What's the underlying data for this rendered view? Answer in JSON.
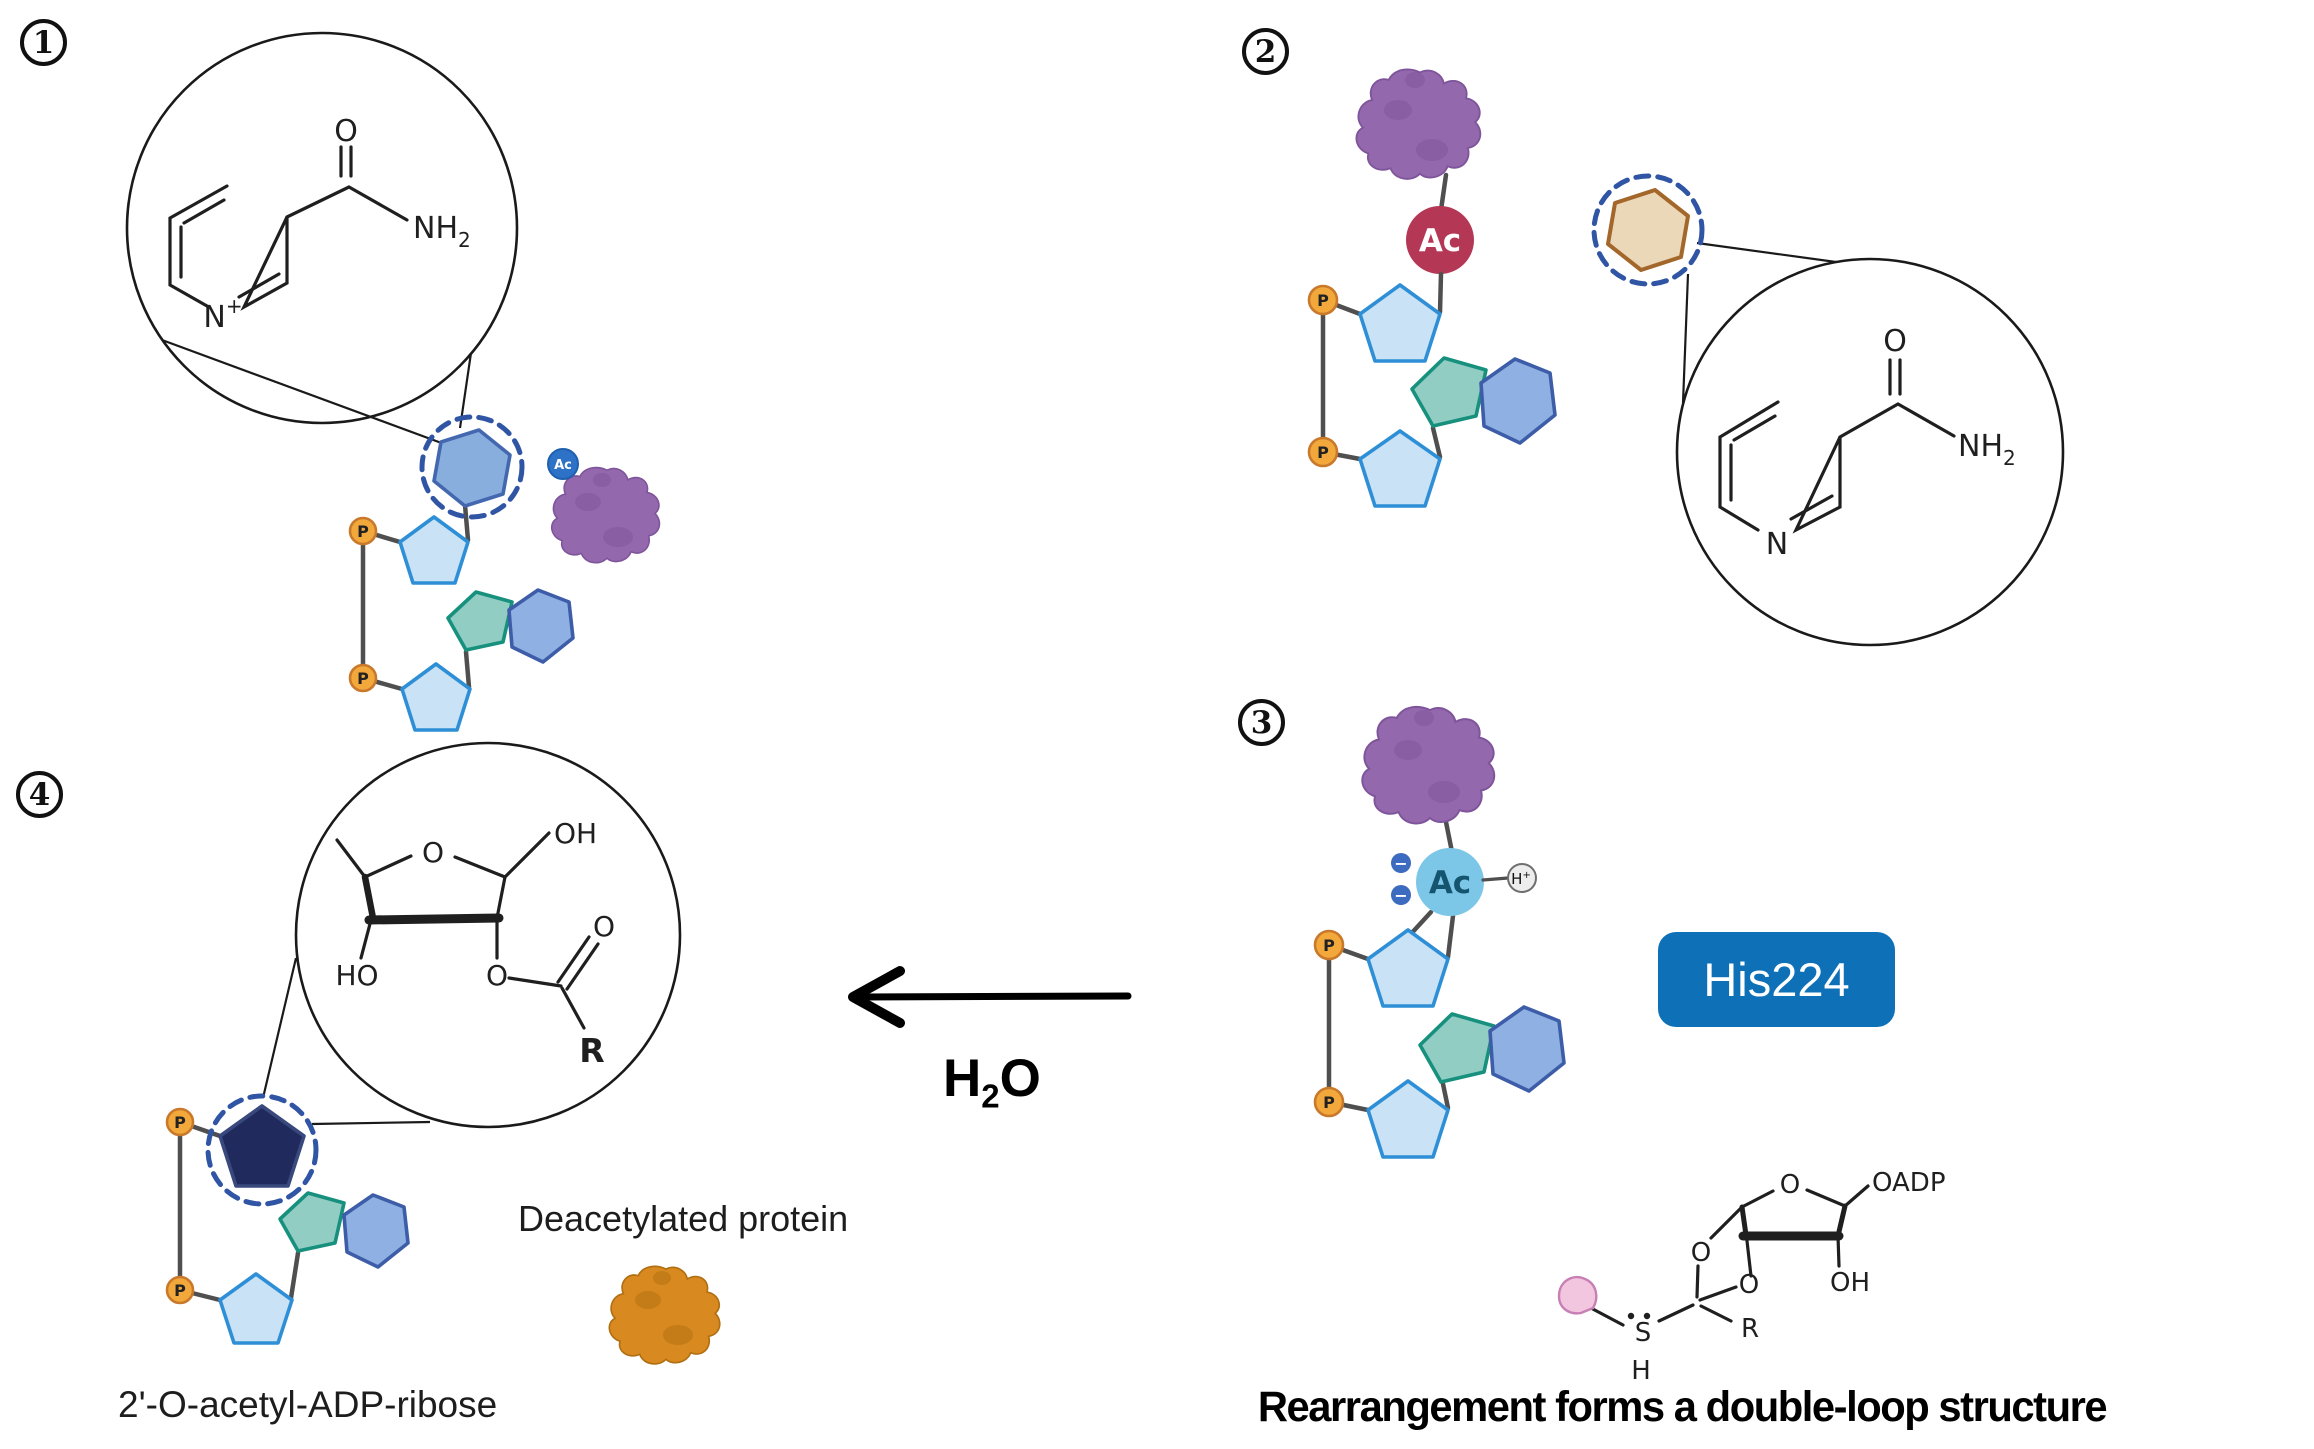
{
  "panel_numbers": {
    "p1": "1",
    "p2": "2",
    "p3": "3",
    "p4": "4"
  },
  "labels": {
    "p": "P",
    "ac": "Ac",
    "minus": "−",
    "his224": "His224",
    "h2o_h": "H",
    "h2o_o": "O",
    "deacetylated_protein": "Deacetylated protein",
    "acetyl_adp_ribose": "2'-O-acetyl-ADP-ribose",
    "caption": "Rearrangement forms a double-loop structure"
  },
  "atoms": {
    "o": "O",
    "oh": "OH",
    "ho": "HO",
    "n": "N",
    "nh": "NH",
    "h": "H",
    "s": "S",
    "r": "R",
    "two": "2",
    "plus": "+",
    "oadp": "OADP"
  },
  "colors": {
    "purple": "#9468AC",
    "purple-dark": "#7E549A",
    "orange": "#D8891F",
    "orange-dark": "#B06F12",
    "ribose-fill": "#C9E2F5",
    "ribose-stroke": "#2E8FD6",
    "teal-fill": "#92CDC4",
    "teal-stroke": "#17917E",
    "adenine-fill": "#8FB0E2",
    "adenine-stroke": "#3D5DA9",
    "nic-fill": "#88AEDE",
    "nic-stroke": "#4468B0",
    "navy-fill": "#202A5C",
    "navy-stroke": "#39497D",
    "tan-fill": "#EBD8B9",
    "tan-stroke": "#A4672B",
    "p-fill": "#F3A83C",
    "p-stroke": "#C9792B",
    "ac-blue": "#2E72C8",
    "ac-red": "#B53756",
    "ac-cyan": "#7CC7E8",
    "ac-cyan-text": "#14546E",
    "minus-badge": "#3D6BC0",
    "h-badge": "#EDEDED",
    "dash-blue": "#2F55A4",
    "his-blue": "#0E71B8",
    "petal-fill": "#F2C6DF",
    "petal-stroke": "#C77FB4"
  }
}
